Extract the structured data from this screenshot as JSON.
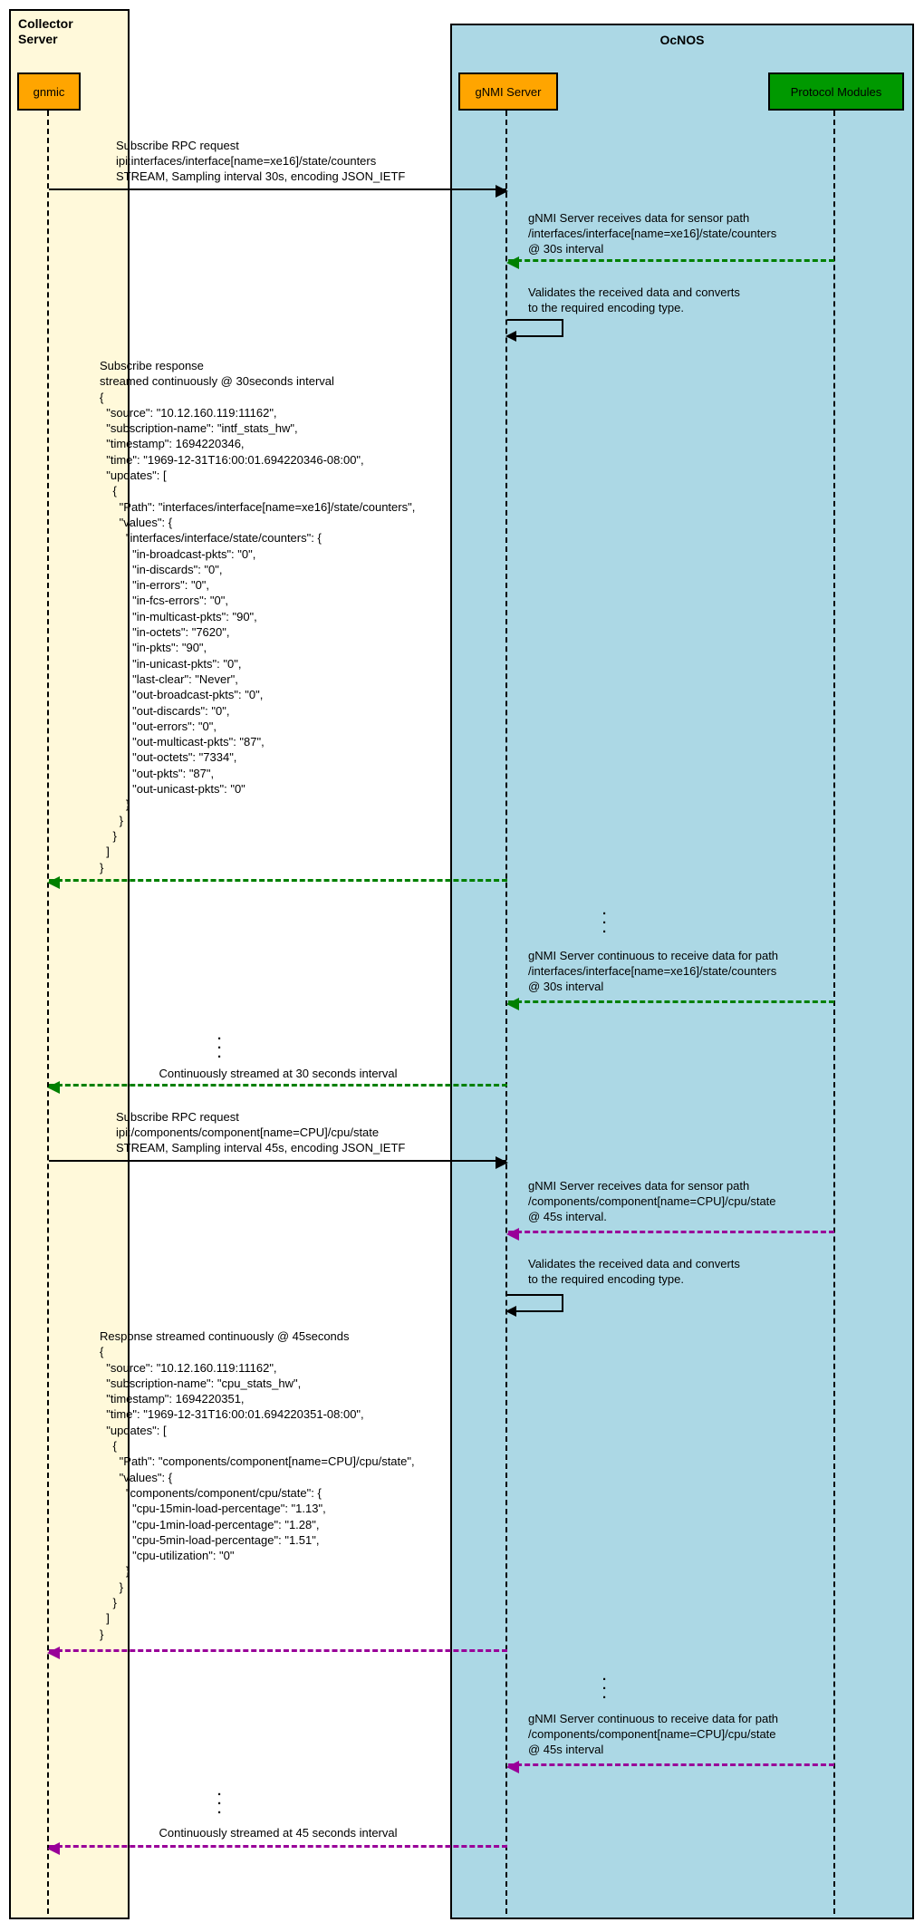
{
  "frames": {
    "collector": {
      "title": "Collector Server"
    },
    "ocnos": {
      "title": "OcNOS"
    }
  },
  "actors": {
    "gnmic": {
      "label": "gnmic"
    },
    "gnmi_server": {
      "label": "gNMI Server"
    },
    "protocol_modules": {
      "label": "Protocol Modules"
    }
  },
  "colors": {
    "collector_frame_fill": "#FFF9DA",
    "ocnos_frame_fill": "#ACD8E5",
    "actor_orange": "#FFA500",
    "actor_green": "#009900",
    "message_black": "#000000",
    "message_green": "#008000",
    "message_purple": "#990099"
  },
  "ellipsis": ".\n.\n.",
  "flow1": {
    "request": "Subscribe RPC request\nipi:interfaces/interface[name=xe16]/state/counters\nSTREAM, Sampling interval 30s, encoding JSON_IETF",
    "receive": "gNMI Server receives data for sensor path\n/interfaces/interface[name=xe16]/state/counters\n@ 30s interval",
    "validate": "Validates the received data and converts\nto the required encoding type.",
    "response": "Subscribe response\nstreamed continuously @ 30seconds interval\n{\n  \"source\": \"10.12.160.119:11162\",\n  \"subscription-name\": \"intf_stats_hw\",\n  \"timestamp\": 1694220346,\n  \"time\": \"1969-12-31T16:00:01.694220346-08:00\",\n  \"updates\": [\n    {\n      \"Path\": \"interfaces/interface[name=xe16]/state/counters\",\n      \"values\": {\n        \"interfaces/interface/state/counters\": {\n          \"in-broadcast-pkts\": \"0\",\n          \"in-discards\": \"0\",\n          \"in-errors\": \"0\",\n          \"in-fcs-errors\": \"0\",\n          \"in-multicast-pkts\": \"90\",\n          \"in-octets\": \"7620\",\n          \"in-pkts\": \"90\",\n          \"in-unicast-pkts\": \"0\",\n          \"last-clear\": \"Never\",\n          \"out-broadcast-pkts\": \"0\",\n          \"out-discards\": \"0\",\n          \"out-errors\": \"0\",\n          \"out-multicast-pkts\": \"87\",\n          \"out-octets\": \"7334\",\n          \"out-pkts\": \"87\",\n          \"out-unicast-pkts\": \"0\"\n        }\n      }\n    }\n  ]\n}",
    "continuous": "gNMI Server continuous to receive data for path\n/interfaces/interface[name=xe16]/state/counters\n@ 30s interval",
    "streamed": "Continuously streamed at 30 seconds interval"
  },
  "flow2": {
    "request": "Subscribe RPC request\nipi:/components/component[name=CPU]/cpu/state\nSTREAM, Sampling interval 45s, encoding JSON_IETF",
    "receive": "gNMI Server receives data for sensor path\n/components/component[name=CPU]/cpu/state\n@ 45s interval.",
    "validate": "Validates the received data and converts\nto the required encoding type.",
    "response": "Response streamed continuously @ 45seconds\n{\n  \"source\": \"10.12.160.119:11162\",\n  \"subscription-name\": \"cpu_stats_hw\",\n  \"timestamp\": 1694220351,\n  \"time\": \"1969-12-31T16:00:01.694220351-08:00\",\n  \"updates\": [\n    {\n      \"Path\": \"components/component[name=CPU]/cpu/state\",\n      \"values\": {\n        \"components/component/cpu/state\": {\n          \"cpu-15min-load-percentage\": \"1.13\",\n          \"cpu-1min-load-percentage\": \"1.28\",\n          \"cpu-5min-load-percentage\": \"1.51\",\n          \"cpu-utilization\": \"0\"\n        }\n      }\n    }\n  ]\n}",
    "continuous": "gNMI Server continuous to receive data for path\n/components/component[name=CPU]/cpu/state\n@ 45s interval",
    "streamed": "Continuously streamed at 45 seconds interval"
  }
}
